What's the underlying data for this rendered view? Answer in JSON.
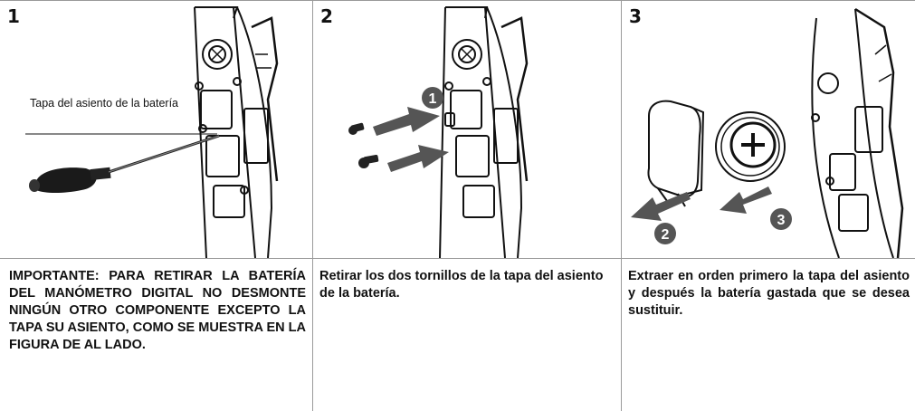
{
  "steps": [
    {
      "number": "1",
      "label": "Tapa del asiento de la batería",
      "caption_prefix": "IMPORTANTE:",
      "caption_text": " PARA RETIRAR LA BATERÍA DEL MANÓMETRO DIGITAL NO DESMONTE NINGÚN OTRO COMPONENTE EXCEPTO LA TAPA SU ASIENTO, COMO SE MUESTRA EN LA FIGURA DE AL LADO."
    },
    {
      "number": "2",
      "callout": "1",
      "caption_text": "Retirar los dos tornillos de la tapa del asiento de la batería."
    },
    {
      "number": "3",
      "callouts": [
        "2",
        "3"
      ],
      "caption_text": "Extraer en orden primero la tapa del asiento y después la batería gastada que se desea sustituir."
    }
  ],
  "colors": {
    "rule": "#9a9a9a",
    "arrow": "#555555",
    "badge": "#555555"
  }
}
